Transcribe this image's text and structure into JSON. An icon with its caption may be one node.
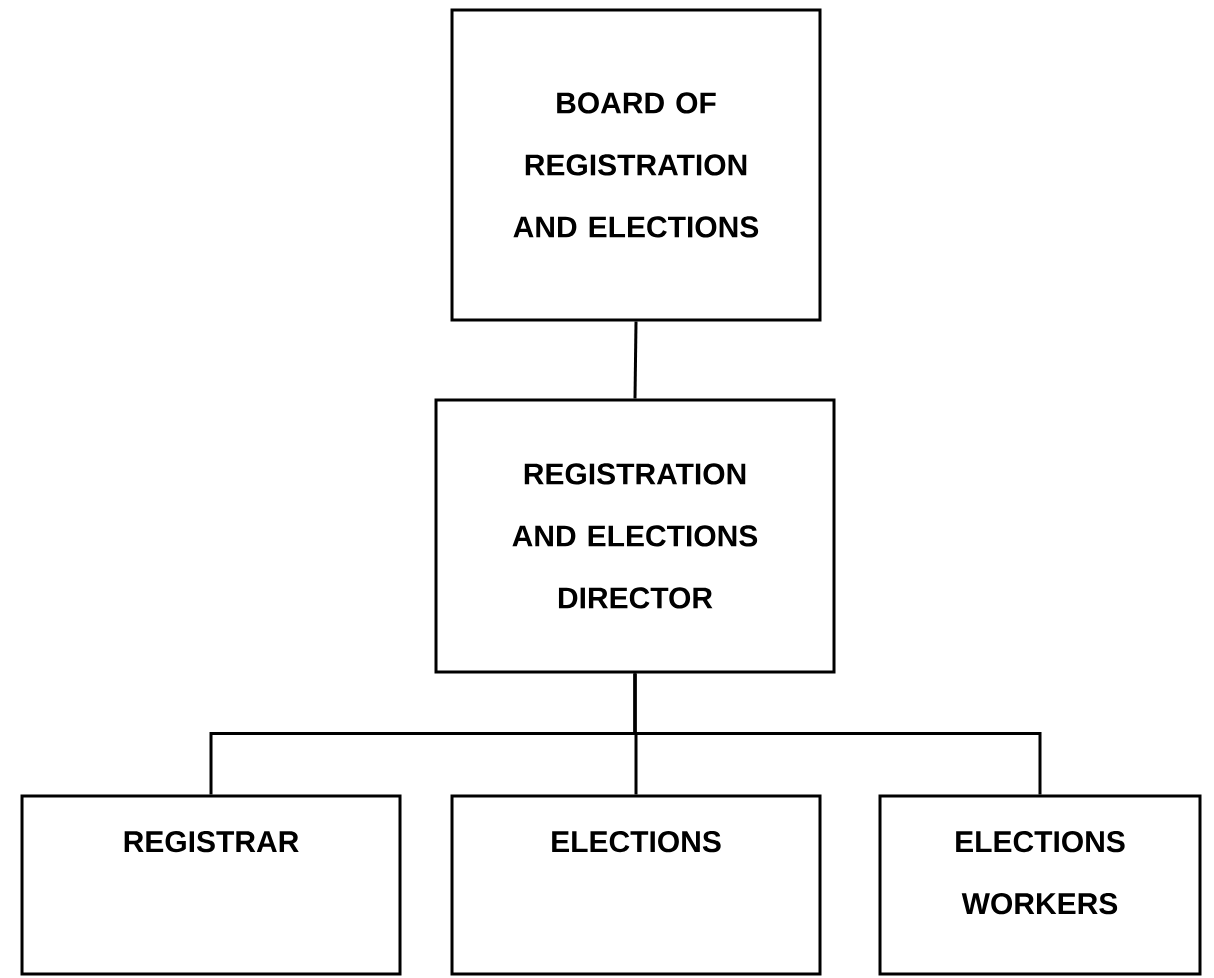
{
  "diagram": {
    "nodes": [
      {
        "text": [
          "BOARD OF REGISTRATION AND ELECTIONS"
        ]
      },
      {
        "text": [
          "REGISTRATION AND ELECTIONS DIRECTOR"
        ]
      },
      {
        "text": [
          "REGISTRAR"
        ]
      },
      {
        "text": [
          "ELECTIONS"
        ]
      },
      {
        "text": [
          "ELECTIONS WORKERS"
        ]
      }
    ],
    "edges": [
      {
        "from": 0,
        "to": 1,
        "arrow": "none"
      },
      {
        "from": 1,
        "to": 2,
        "arrow": "none"
      },
      {
        "from": 1,
        "to": 3,
        "arrow": "none"
      },
      {
        "from": 1,
        "to": 4,
        "arrow": "none"
      }
    ]
  }
}
